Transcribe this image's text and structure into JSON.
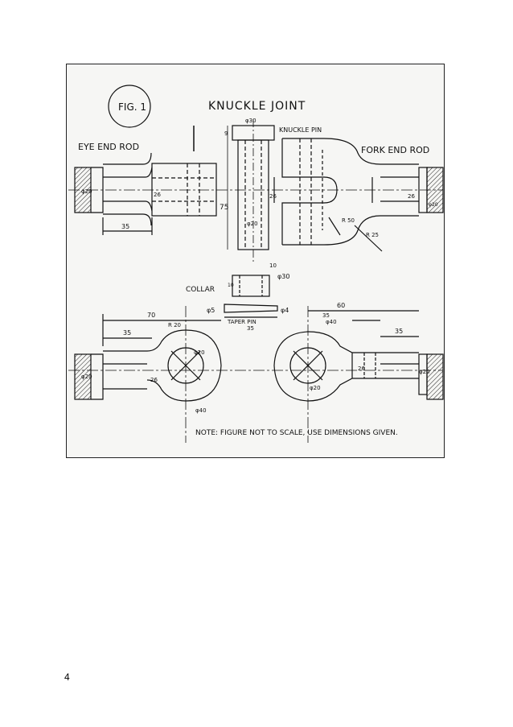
{
  "figure": {
    "fig_label": "FIG. 1",
    "title": "KNUCKLE JOINT",
    "note": "NOTE: FIGURE NOT TO SCALE, USE DIMENSIONS GIVEN."
  },
  "labels": {
    "eye_end_rod": "EYE END ROD",
    "fork_end_rod": "FORK END ROD",
    "knuckle_pin": "KNUCKLE PIN",
    "collar": "COLLAR",
    "taper_pin": "TAPER PIN"
  },
  "dims": {
    "pin_head_dia": "φ30",
    "pin_head_h": "9",
    "pin_len": "75",
    "pin_dia": "φ20",
    "pin_collar_h": "10",
    "collar_dia": "φ30",
    "collar_w": "10",
    "taper_d1": "φ5",
    "taper_d2": "φ4",
    "taper_len": "35",
    "eye_top_rod_dia": "φ20",
    "eye_top_hex": "26",
    "eye_top_len": "35",
    "fork_top_gap": "26",
    "fork_top_hex": "26",
    "fork_top_rod_dia": "φ20",
    "fork_r50": "R 50",
    "fork_r25": "R 25",
    "eye_bot_70": "70",
    "eye_bot_35": "35",
    "eye_bot_r20": "R 20",
    "eye_bot_rod_dia": "φ20",
    "eye_bot_hex": "26",
    "eye_bot_hole": "φ20",
    "eye_bot_boss": "φ40",
    "fork_bot_60": "60",
    "fork_bot_35a": "35",
    "fork_bot_40": "φ40",
    "fork_bot_35b": "35",
    "fork_bot_hex": "26",
    "fork_bot_rod_dia": "φ20",
    "fork_bot_hole": "φ20"
  },
  "page_number": "4"
}
